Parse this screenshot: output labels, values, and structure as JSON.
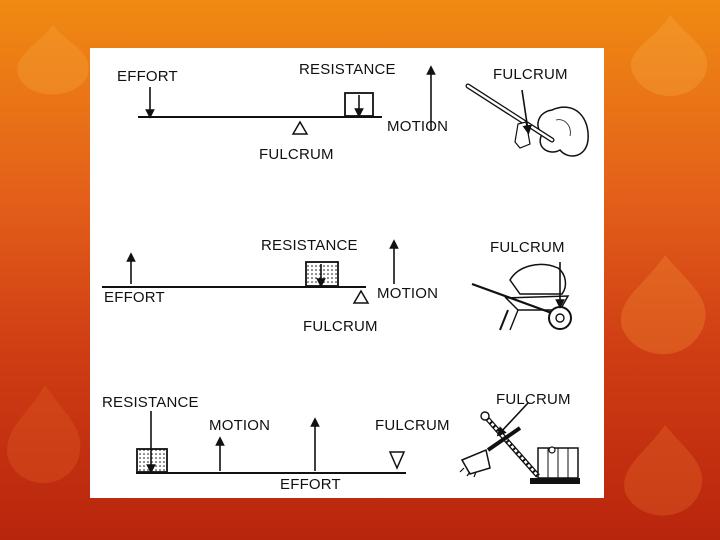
{
  "colors": {
    "background_top": "#f08a12",
    "background_bottom": "#b8250d",
    "panel": "#ffffff",
    "ink": "#111111"
  },
  "labels": {
    "effort": "EFFORT",
    "resistance": "RESISTANCE",
    "fulcrum": "FULCRUM",
    "motion": "MOTION"
  }
}
